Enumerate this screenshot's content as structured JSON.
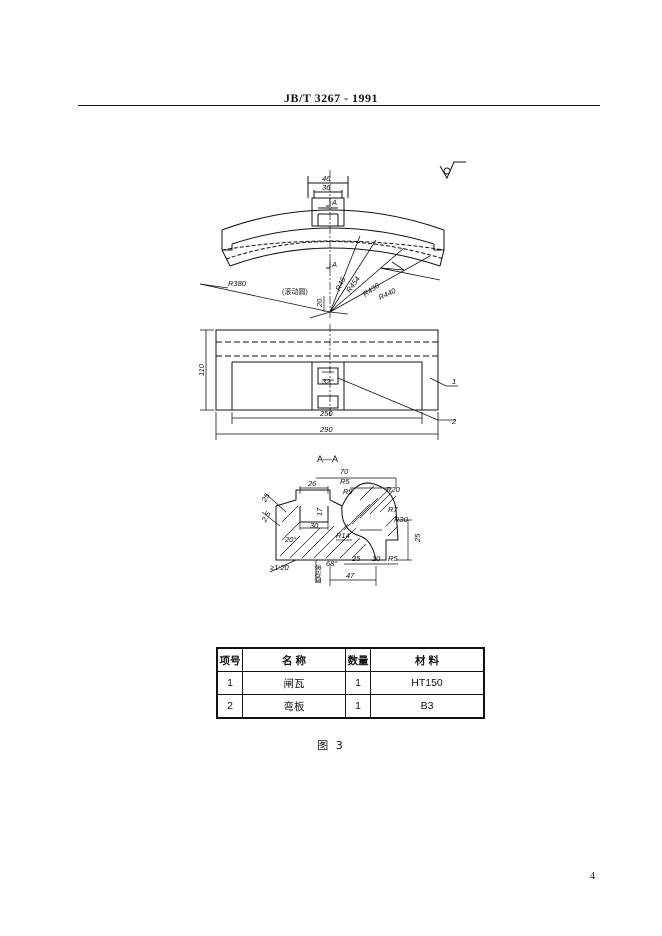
{
  "header": {
    "title": "JB/T 3267 - 1991"
  },
  "figure": {
    "roughness_mark": "",
    "view_top": {
      "dims": [
        "46",
        "36",
        "A",
        "A",
        "R380",
        "(滚动圆)",
        "20",
        "R454",
        "R430",
        "R440",
        "R46"
      ]
    },
    "view_front": {
      "dims": [
        "110",
        "32",
        "250",
        "290",
        "1",
        "2"
      ]
    },
    "section_aa": {
      "title": "A—A",
      "dims": [
        "70",
        "R5",
        "R9",
        "R20",
        "26",
        "17",
        "R7",
        "R30",
        "30",
        "R14",
        "25",
        "25",
        "10",
        "R5",
        "68°",
        "47",
        "≥1:20",
        "20°",
        "25",
        "2.5",
        "滚动圆"
      ]
    },
    "caption": "图  3"
  },
  "parts_table": {
    "headers": [
      "项号",
      "名      称",
      "数量",
      "材      料"
    ],
    "rows": [
      [
        "1",
        "闸瓦",
        "1",
        "HT150"
      ],
      [
        "2",
        "弯板",
        "1",
        "B3"
      ]
    ]
  },
  "page_number": "4"
}
